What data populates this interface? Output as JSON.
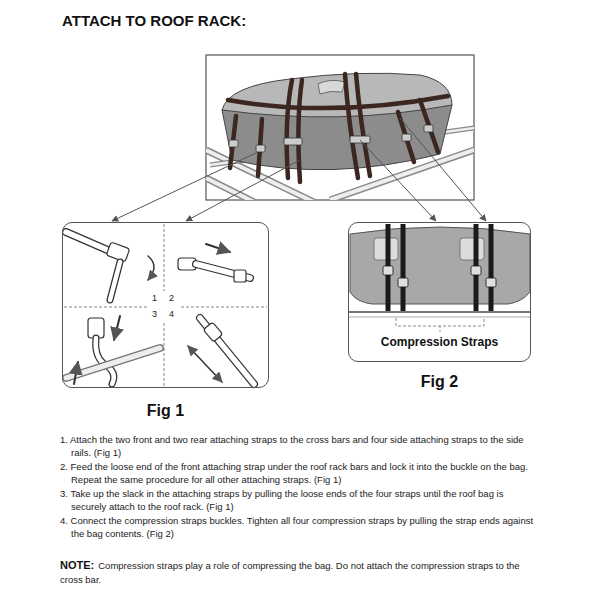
{
  "diagram": {
    "title": "ATTACH TO ROOF RACK:",
    "nodes": [
      {
        "text": [
          "Fig 1"
        ]
      },
      {
        "text": [
          "Compression Straps",
          "Fig 2"
        ]
      }
    ],
    "labels": [
      "1",
      "2",
      "3",
      "4",
      "1. Attach the two front and two rear attaching straps to the cross bars and four side attaching straps to the side rails. (Fig 1)",
      "2. Feed the loose end of the front attaching strap under the roof rack bars and lock it into the buckle on the bag. Repeat the same procedure for all other attaching straps. (Fig 1)",
      "3. Take up the slack in the attaching straps by pulling the loose ends of the four straps until the roof bag is securely attach to the roof rack. (Fig 1)",
      "4. Connect the compression straps buckles. Tighten all four compression straps by pulling the strap ends against the bag contents. (Fig 2)",
      "NOTE:",
      "Compression straps play a role of compressing the bag. Do not attach the compression straps to the cross bar."
    ]
  }
}
